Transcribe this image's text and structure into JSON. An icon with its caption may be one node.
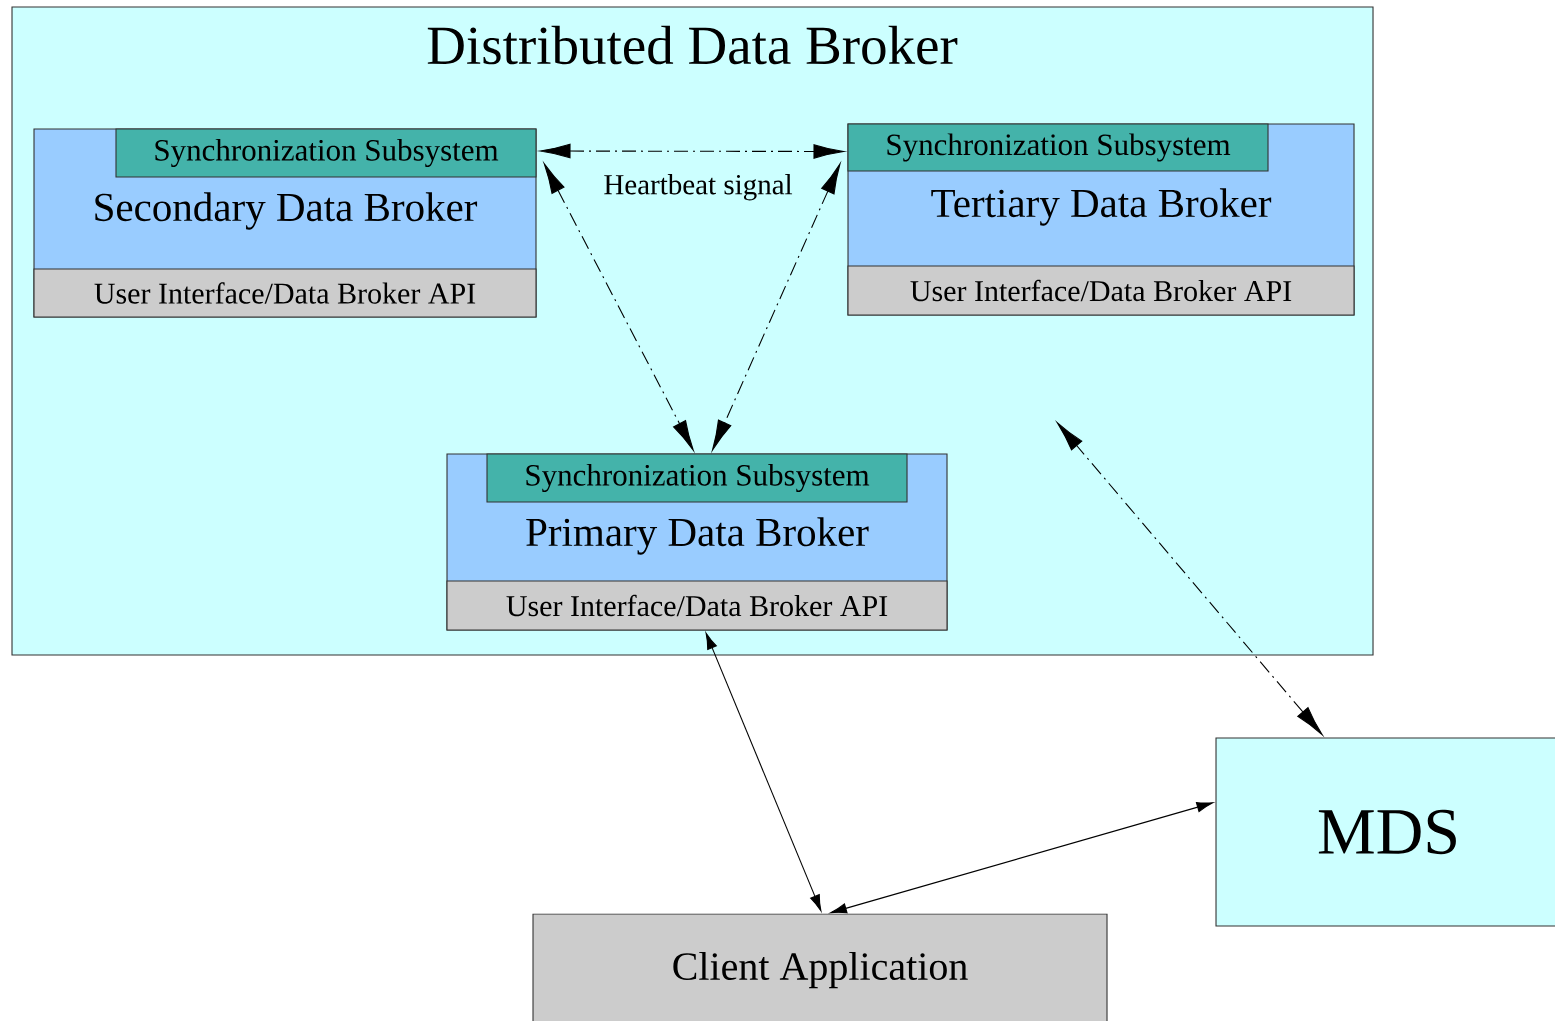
{
  "diagram": {
    "nodes": [
      {
        "text": [
          "Distributed Data Broker"
        ]
      },
      {
        "text": [
          "Secondary Data Broker"
        ],
        "in": 0
      },
      {
        "text": [
          "Synchronization Subsystem"
        ],
        "in": 1
      },
      {
        "text": [
          "User Interface/Data Broker API"
        ],
        "in": 1
      },
      {
        "text": [
          "Tertiary Data Broker"
        ],
        "in": 0
      },
      {
        "text": [
          "Synchronization Subsystem"
        ],
        "in": 4
      },
      {
        "text": [
          "User Interface/Data Broker API"
        ],
        "in": 4
      },
      {
        "text": [
          "Primary Data Broker"
        ],
        "in": 0
      },
      {
        "text": [
          "Synchronization Subsystem"
        ],
        "in": 7
      },
      {
        "text": [
          "User Interface/Data Broker API"
        ],
        "in": 7
      },
      {
        "text": [
          "MDS"
        ]
      },
      {
        "text": [
          "Client Application"
        ]
      }
    ],
    "edges": [
      {
        "from": 2,
        "to": 5,
        "arrow": "both",
        "style": "dashed",
        "label": "Heartbeat signal"
      },
      {
        "from": 2,
        "to": 8,
        "arrow": "both",
        "style": "dashed"
      },
      {
        "from": 5,
        "to": 8,
        "arrow": "both",
        "style": "dashed"
      },
      {
        "from": 9,
        "to": 11,
        "arrow": "both"
      },
      {
        "from": 11,
        "to": 10,
        "arrow": "both"
      },
      {
        "from": 10,
        "to": null,
        "arrow": "both",
        "style": "dashed"
      }
    ]
  }
}
